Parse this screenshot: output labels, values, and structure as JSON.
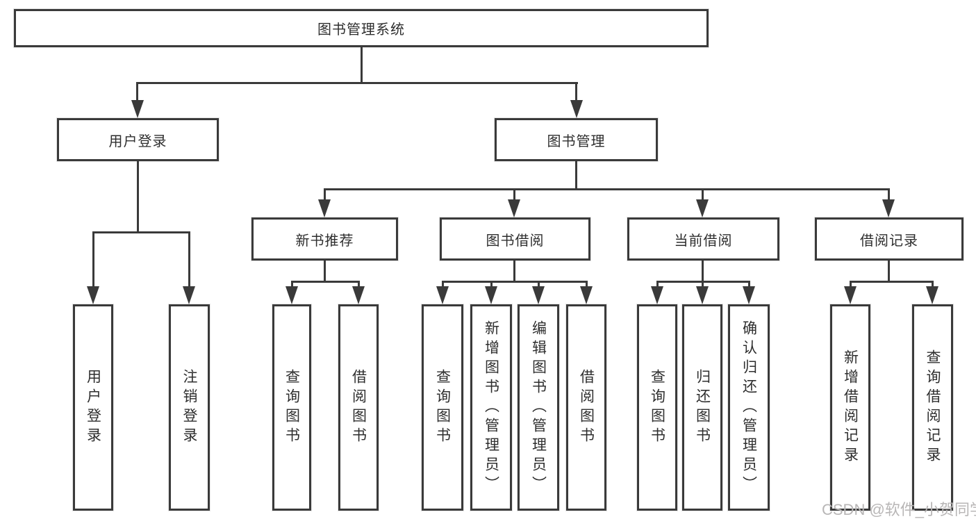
{
  "tree": {
    "root": "图书管理系统",
    "branches": [
      {
        "label": "用户登录",
        "leaves": [
          "用户登录",
          "注销登录"
        ]
      },
      {
        "label": "图书管理",
        "children": [
          {
            "label": "新书推荐",
            "leaves": [
              "查询图书",
              "借阅图书"
            ]
          },
          {
            "label": "图书借阅",
            "leaves": [
              "查询图书",
              "新增图书（管理员）",
              "编辑图书（管理员）",
              "借阅图书"
            ]
          },
          {
            "label": "当前借阅",
            "leaves": [
              "查询图书",
              "归还图书",
              "确认归还（管理员）"
            ]
          },
          {
            "label": "借阅记录",
            "leaves": [
              "新增借阅记录",
              "查询借阅记录"
            ]
          }
        ]
      }
    ]
  },
  "watermark": "CSDN @软件_小贺同学",
  "colors": {
    "line": "#3a3a3a",
    "text": "#2e2e2e",
    "watermark": "#b8b6b6",
    "background": "#ffffff"
  }
}
